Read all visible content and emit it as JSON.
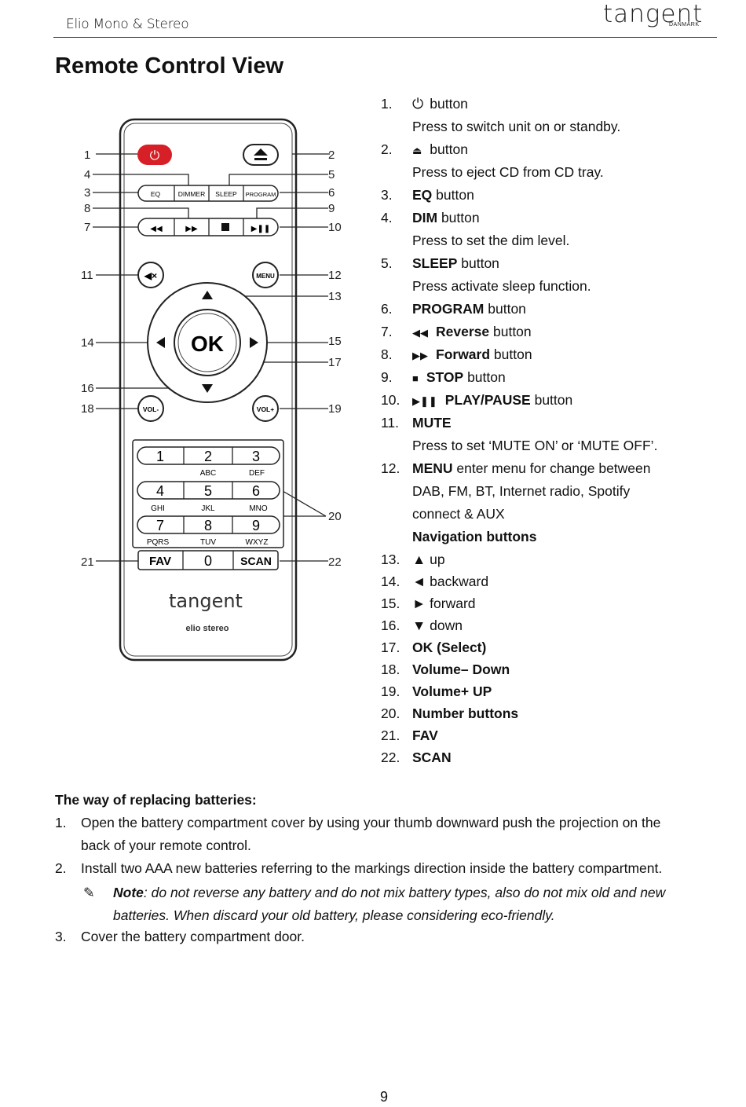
{
  "header": {
    "doc_title": "Elio Mono & Stereo",
    "brand": "tangent",
    "brand_sub": "DANMARK"
  },
  "page_title": "Remote Control View",
  "remote": {
    "brand": "tangent",
    "model": "elio stereo",
    "keys": {
      "eq": "EQ",
      "dimmer": "DIMMER",
      "sleep": "SLEEP",
      "program": "PROGRAM",
      "menu": "MENU",
      "ok": "OK",
      "vol_minus": "VOL-",
      "vol_plus": "VOL+",
      "fav": "FAV",
      "scan": "SCAN",
      "n1": "1",
      "n2": "2",
      "n3": "3",
      "n4": "4",
      "n5": "5",
      "n6": "6",
      "n7": "7",
      "n8": "8",
      "n9": "9",
      "n0": "0",
      "l2": "ABC",
      "l3": "DEF",
      "l4": "GHI",
      "l5": "JKL",
      "l6": "MNO",
      "l7": "PQRS",
      "l8": "TUV",
      "l9": "WXYZ"
    },
    "callouts": [
      "1",
      "2",
      "3",
      "4",
      "5",
      "6",
      "7",
      "8",
      "9",
      "10",
      "11",
      "12",
      "13",
      "14",
      "15",
      "16",
      "17",
      "18",
      "19",
      "20",
      "21",
      "22"
    ]
  },
  "list": [
    {
      "num": "1.",
      "label": "button",
      "desc": "Press to switch unit on or standby."
    },
    {
      "num": "2.",
      "label": "button",
      "desc": "Press to eject CD from CD tray."
    },
    {
      "num": "3.",
      "bold": "EQ",
      "label": " button"
    },
    {
      "num": "4.",
      "bold": "DIM",
      "label": " button",
      "desc": "Press to set the dim level."
    },
    {
      "num": "5.",
      "bold": "SLEEP",
      "label": " button",
      "desc": "Press activate sleep function."
    },
    {
      "num": "6.",
      "bold": "PROGRAM",
      "label": " button"
    },
    {
      "num": "7.",
      "bold": "Reverse",
      "label": " button"
    },
    {
      "num": "8.",
      "bold": "Forward",
      "label": " button"
    },
    {
      "num": "9.",
      "bold": "STOP",
      "label": " button"
    },
    {
      "num": "10.",
      "bold": "PLAY/PAUSE",
      "label": " button"
    },
    {
      "num": "11.",
      "bold": "MUTE",
      "desc": "Press to set ‘MUTE ON’ or ‘MUTE OFF’."
    },
    {
      "num": "12.",
      "bold": "MENU",
      "label": " enter menu for change between",
      "desc": "DAB, FM, BT, Internet radio, Spotify",
      "desc2": "connect & AUX",
      "desc3": "Navigation buttons"
    },
    {
      "num": "13.",
      "label": "▲ up"
    },
    {
      "num": "14.",
      "label": "◄ backward"
    },
    {
      "num": "15.",
      "label": "► forward"
    },
    {
      "num": "16.",
      "label": "▼ down"
    },
    {
      "num": "17.",
      "bold": "OK (Select)"
    },
    {
      "num": "18.",
      "bold": "Volume– Down"
    },
    {
      "num": "19.",
      "bold": "Volume+ UP"
    },
    {
      "num": "20.",
      "bold": "Number buttons"
    },
    {
      "num": "21.",
      "bold": "FAV"
    },
    {
      "num": "22.",
      "bold": "SCAN"
    }
  ],
  "batteries": {
    "title": "The way of replacing batteries:",
    "s1_num": "1.",
    "s1_a": "Open the battery compartment cover by using your thumb downward push the projection on the",
    "s1_b": "back of your remote control.",
    "s2_num": "2.",
    "s2": "Install two AAA new batteries referring to the markings direction inside the battery compartment.",
    "note_label": "Note",
    "note_a": ": do not reverse any battery and do not mix battery types, also do not mix old and new",
    "note_b": "batteries. When discard your old battery, please considering eco-friendly.",
    "s3_num": "3.",
    "s3": "Cover the battery compartment door."
  },
  "page_number": "9"
}
